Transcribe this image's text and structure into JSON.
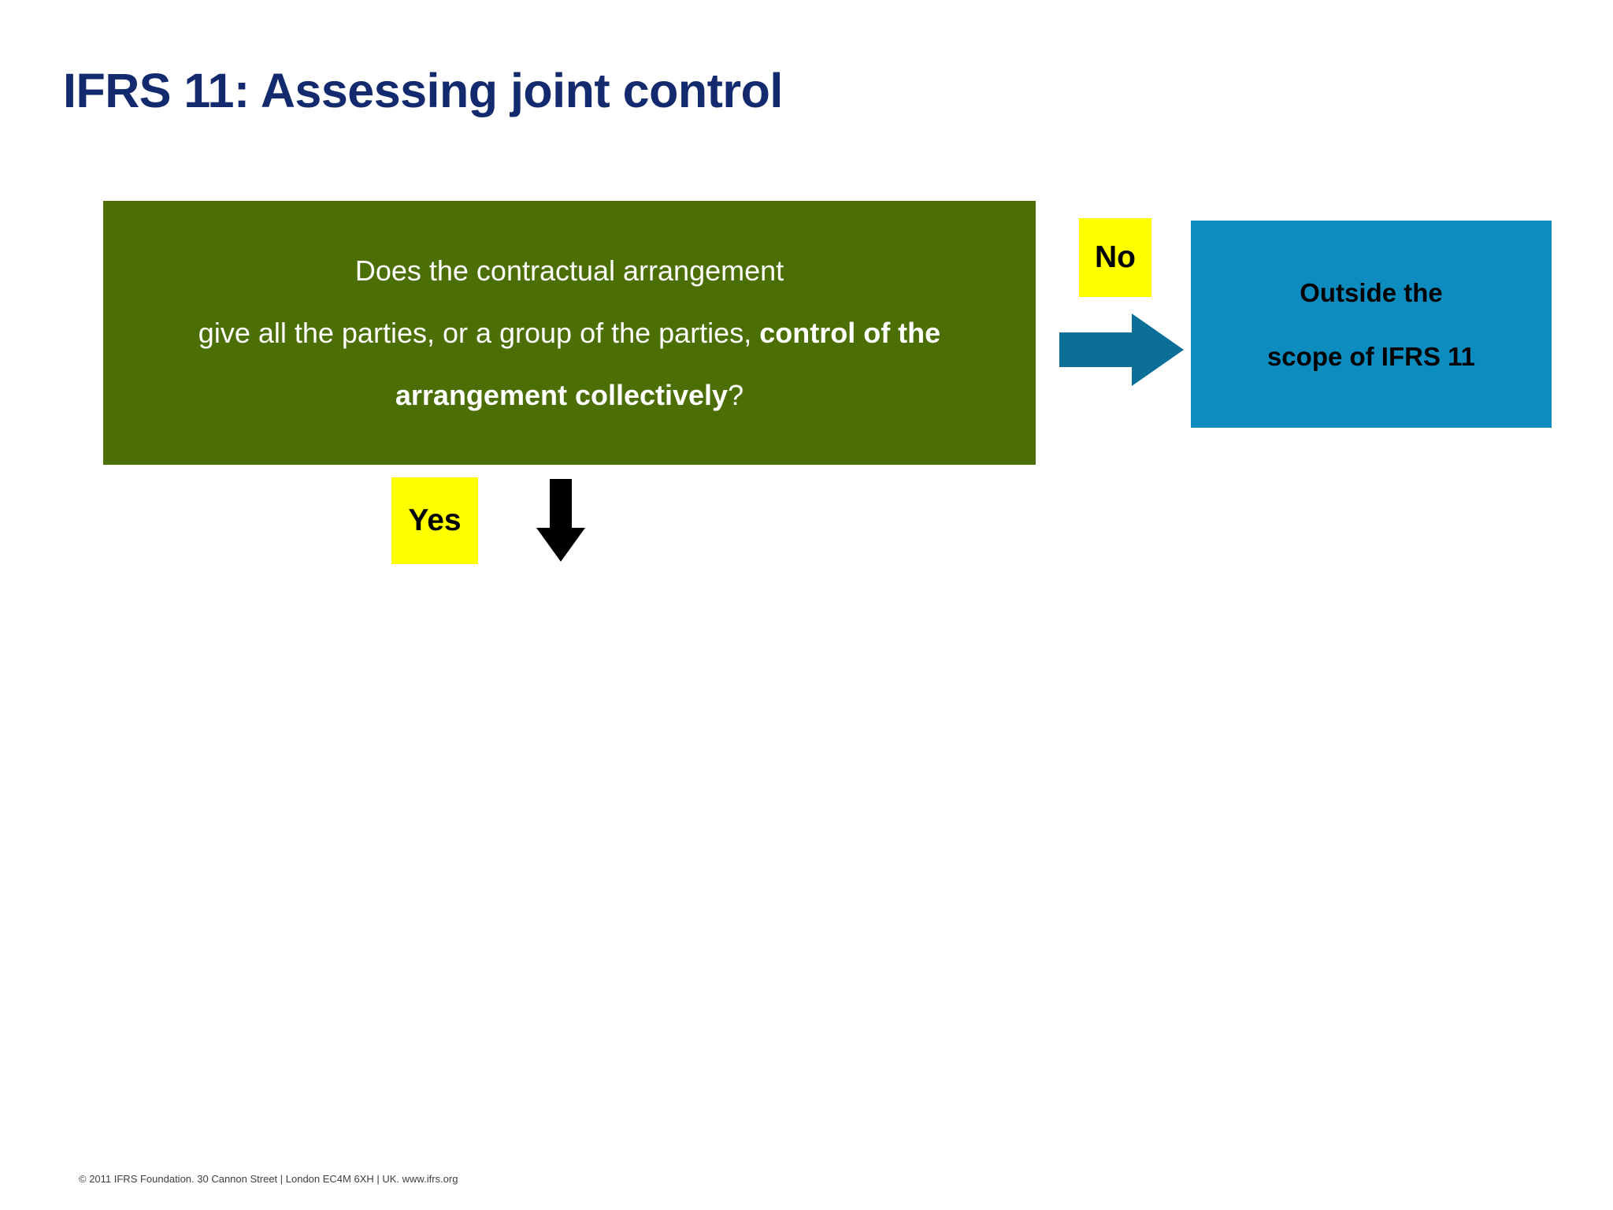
{
  "slide": {
    "title": "IFRS 11: Assessing joint control",
    "background_color": "#ffffff"
  },
  "decision": {
    "box_color": "#4c6f05",
    "text_color": "#ffffff",
    "line1": "Does the contractual arrangement",
    "line2_plain": "give all the parties, or a group of the parties, ",
    "line2_bold": "control of the",
    "line3_bold": "arrangement collectively",
    "line3_plain": "?"
  },
  "branches": {
    "no_label": "No",
    "yes_label": "Yes",
    "chip_color": "#ffff00",
    "chip_text_color": "#000000"
  },
  "outcome": {
    "box_color": "#0d8cc0",
    "text_color": "#000000",
    "line1": "Outside the",
    "line2": "scope of IFRS 11"
  },
  "arrows": {
    "right_arrow_color": "#0b6f97",
    "down_arrow_color": "#000000"
  },
  "footer": {
    "text": "© 2011 IFRS Foundation.  30 Cannon Street  |  London EC4M 6XH  |  UK.  www.ifrs.org"
  }
}
